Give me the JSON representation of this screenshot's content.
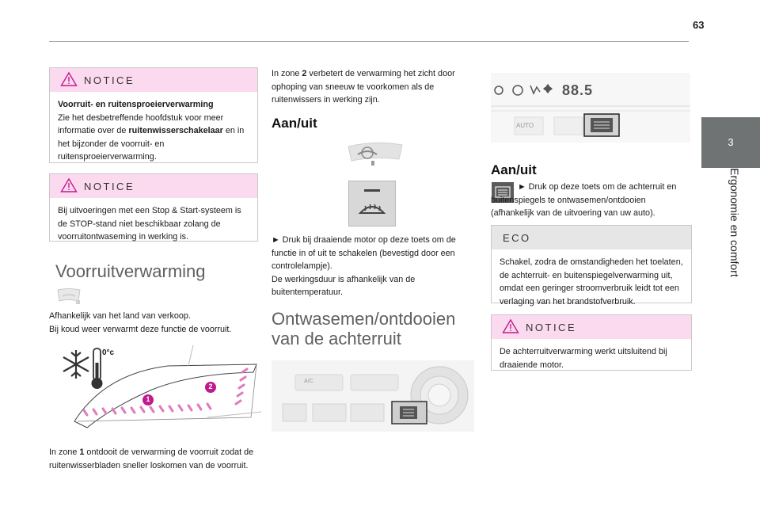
{
  "page": {
    "number": "63"
  },
  "chapter": {
    "number": "3",
    "title": "Ergonomie en comfort"
  },
  "col1": {
    "notice1": {
      "label": "NOTICE",
      "bold_title": "Voorruit- en ruitensproeierverwarming",
      "text_a": "Zie het desbetreffende hoofdstuk voor meer informatie over de ",
      "text_bold": "ruitenwisserschakelaar",
      "text_b": " en in het bijzonder de voorruit- en ruitensproeierverwarming."
    },
    "notice2": {
      "label": "NOTICE",
      "text": "Bij uitvoeringen met een Stop & Start-systeem is de STOP-stand niet beschikbaar zolang de voorruitontwaseming in werking is."
    },
    "section_title": "Voorruitverwarming",
    "intro": "Afhankelijk van het land van verkoop.\nBij koud weer verwarmt deze functie de voorruit.",
    "illustration": {
      "temp_label": "0°c",
      "zone1": "1",
      "zone2": "2"
    },
    "zone1_text_a": "In zone ",
    "zone1_num": "1",
    "zone1_text_b": " ontdooit de verwarming de voorruit zodat de ruitenwisserbladen sneller loskomen van de voorruit."
  },
  "col2": {
    "zone2_text_a": "In zone ",
    "zone2_num": "2",
    "zone2_text_b": " verbetert de verwarming het zicht door ophoping van sneeuw te voorkomen als de ruitenwissers in werking zijn.",
    "heading_onoff": "Aan/uit",
    "instruction": "► Druk bij draaiende motor op deze toets om de functie in of uit te schakelen (bevestigd door een controlelampje).\nDe werkingsduur is afhankelijk van de buitentemperatuur.",
    "section_title": "Ontwasemen/ontdooien van de achterruit",
    "panel": {
      "ac_label": "A/C"
    }
  },
  "col3": {
    "panel": {
      "display": "88.5",
      "auto_label": "AUTO"
    },
    "heading_onoff": "Aan/uit",
    "instruction": "► Druk op deze toets om de achterruit en buitenspiegels te ontwasemen/ontdooien (afhankelijk van de uitvoering van uw auto).",
    "eco": {
      "label": "ECO",
      "text": "Schakel, zodra de omstandigheden het toelaten, de achterruit- en buitenspiegelverwarming uit, omdat een geringer stroomverbruik leidt tot een verlaging van het brandstofverbruik."
    },
    "notice": {
      "label": "NOTICE",
      "text": "De achterruitverwarming werkt uitsluitend bij draaiende motor."
    }
  },
  "colors": {
    "notice_header": "#fbd9ef",
    "eco_header": "#e6e6e6",
    "tab": "#707374",
    "accent": "#c01a8c"
  }
}
